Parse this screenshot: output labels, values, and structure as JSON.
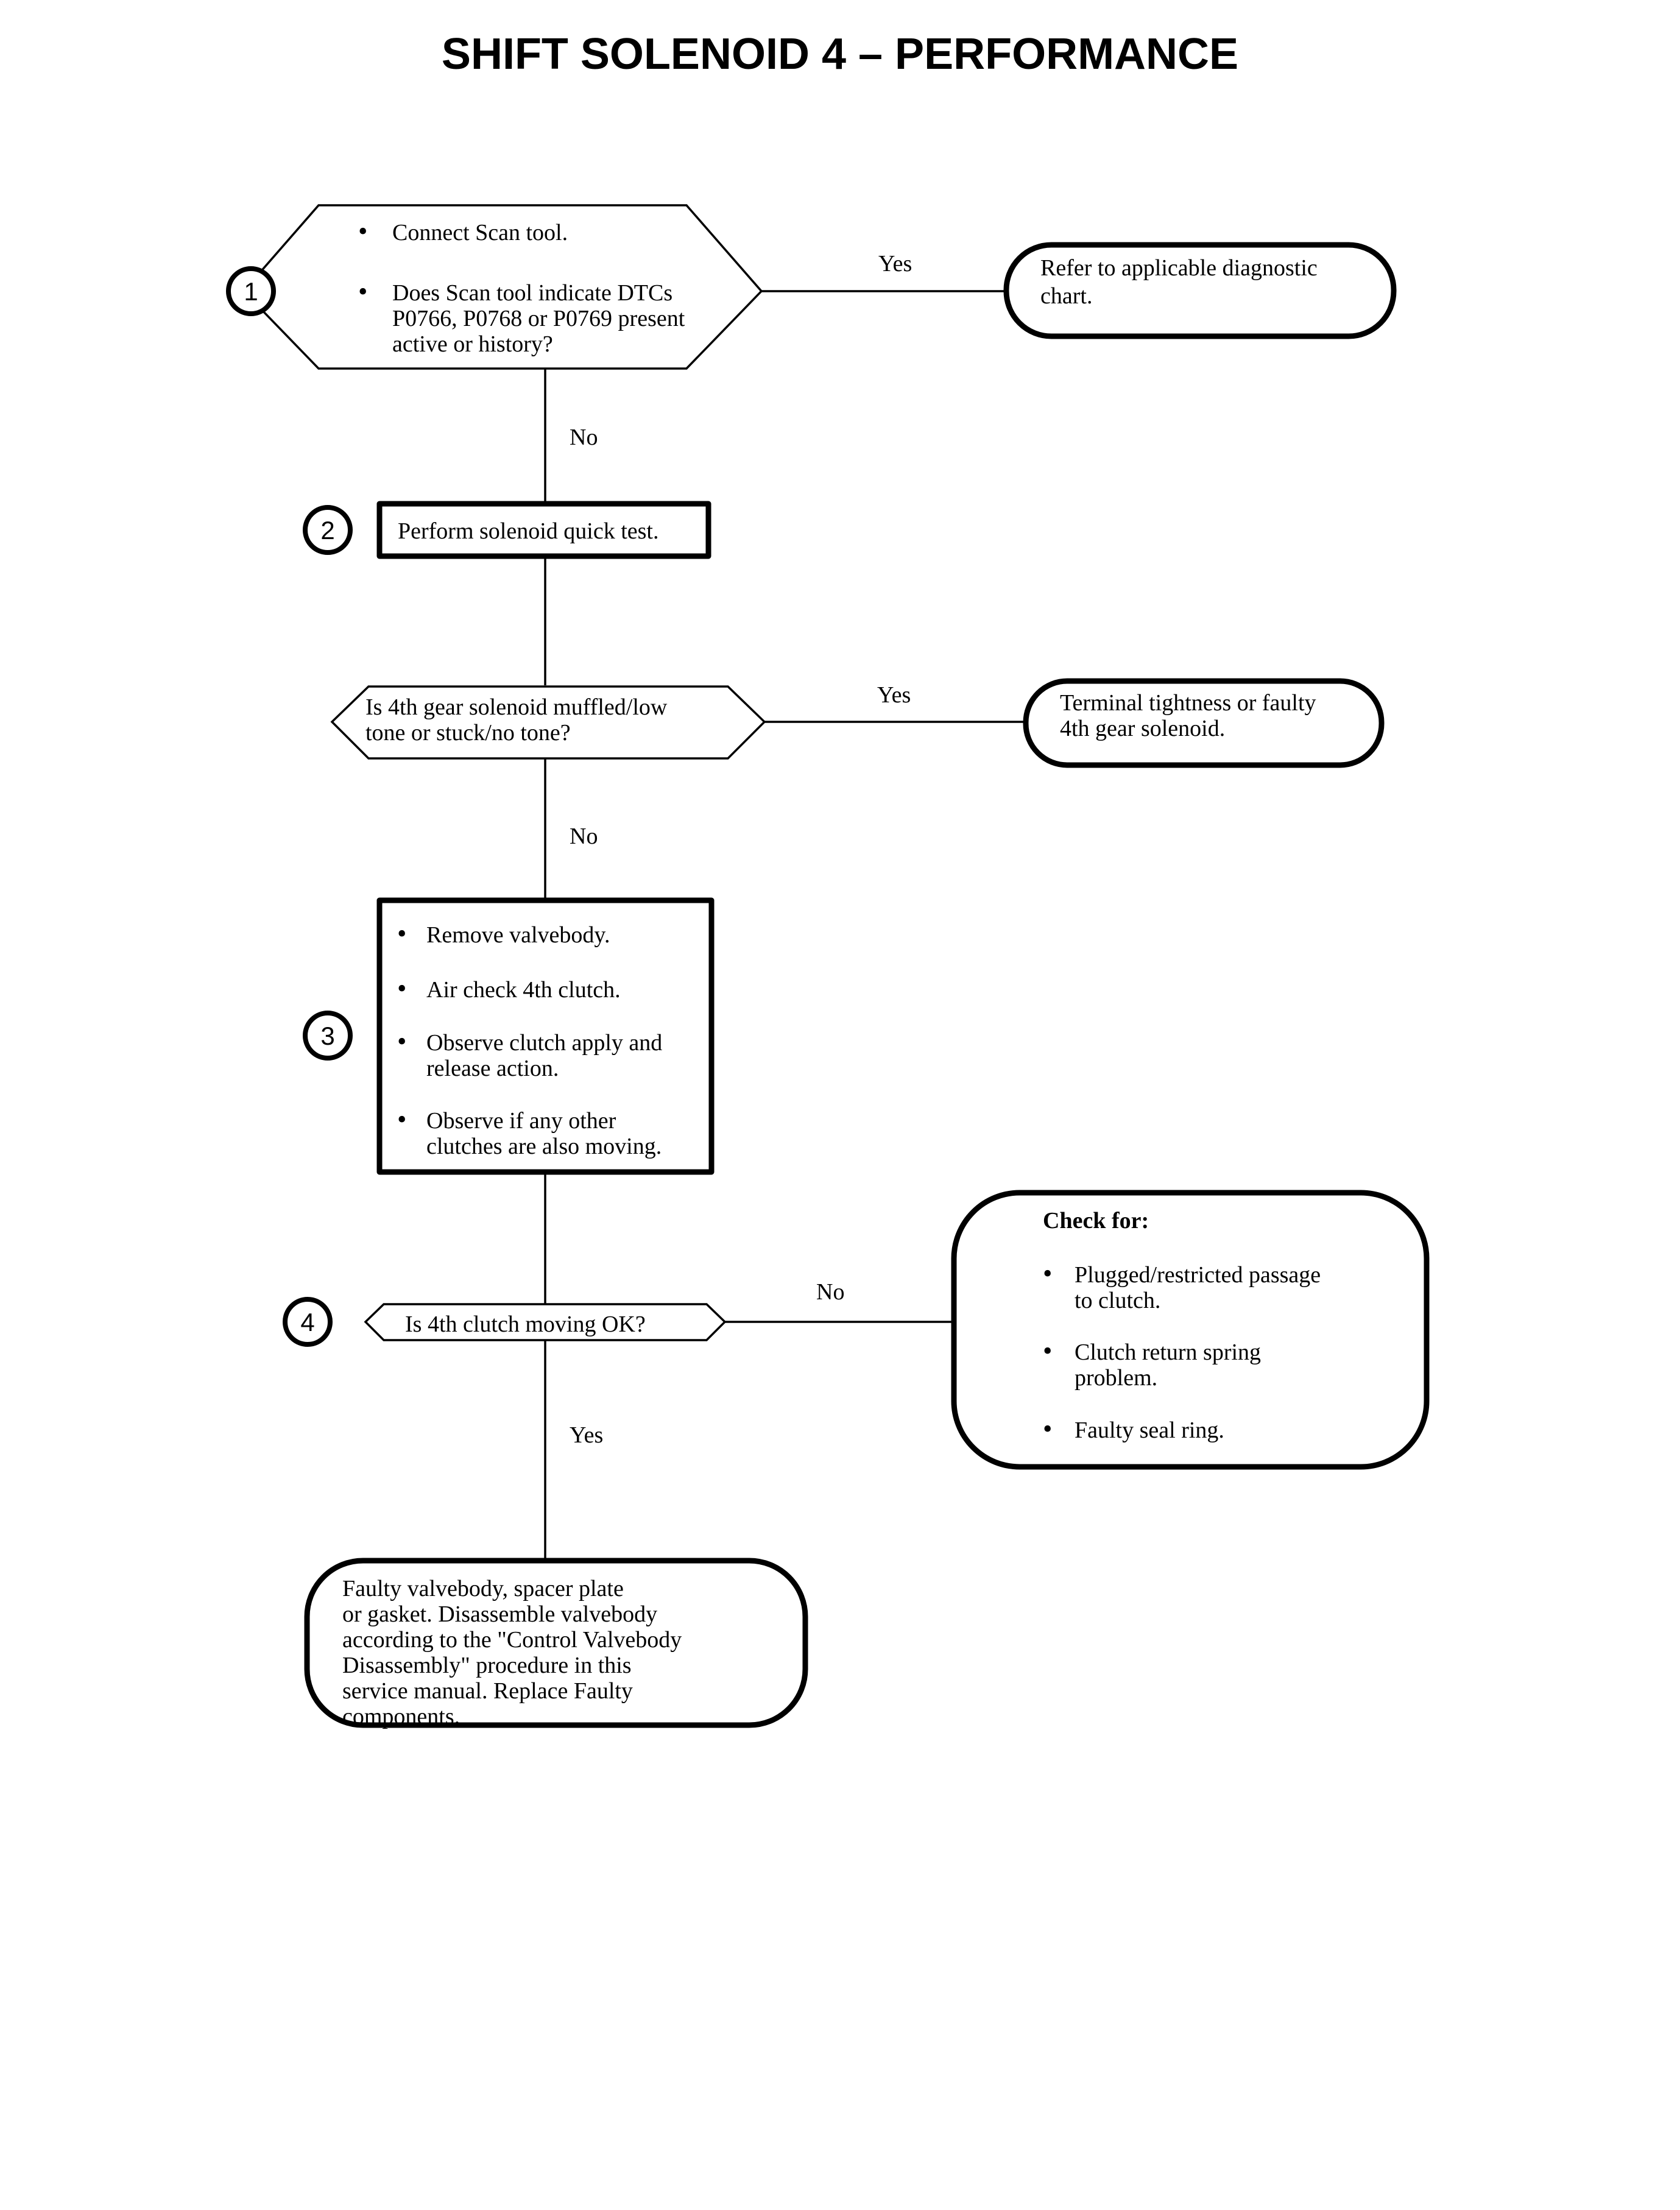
{
  "document": {
    "title": "SHIFT SOLENOID 4 – PERFORMANCE",
    "ink_color": "#000000",
    "background_color": "#ffffff"
  },
  "chart_data": {
    "type": "diagram",
    "diagram_kind": "troubleshooting-flowchart",
    "title": "SHIFT SOLENOID 4 – PERFORMANCE",
    "nodes": [
      {
        "id": "step1",
        "step": "1",
        "shape": "decision-hexagon",
        "bullets": [
          "Connect Scan tool.",
          "Does Scan tool indicate DTCs P0766, P0768 or P0769 present active or history?"
        ],
        "lines": [
          "Connect Scan tool.",
          "Does Scan tool indicate DTCs",
          "P0766, P0768 or P0769 present",
          "active or history?"
        ]
      },
      {
        "id": "result1",
        "shape": "terminator",
        "lines": [
          "Refer to applicable diagnostic",
          "chart."
        ]
      },
      {
        "id": "step2",
        "step": "2",
        "shape": "process-box",
        "lines": [
          "Perform solenoid quick test."
        ]
      },
      {
        "id": "decision2",
        "shape": "decision-hexagon",
        "lines": [
          "Is 4th gear solenoid muffled/low",
          "tone or stuck/no tone?"
        ]
      },
      {
        "id": "result2",
        "shape": "terminator",
        "lines": [
          "Terminal tightness or faulty",
          "4th gear solenoid."
        ]
      },
      {
        "id": "step3",
        "step": "3",
        "shape": "process-box",
        "bullets": [
          "Remove valvebody.",
          "Air check 4th clutch.",
          "Observe clutch apply and release action.",
          "Observe if any other clutches are also moving."
        ],
        "lines": [
          "Remove valvebody.",
          "Air check 4th clutch.",
          "Observe clutch apply and",
          "release action.",
          "Observe if any other",
          "clutches are also moving."
        ]
      },
      {
        "id": "step4",
        "step": "4",
        "shape": "decision-hexagon",
        "lines": [
          "Is 4th clutch moving OK?"
        ]
      },
      {
        "id": "result3",
        "shape": "terminator",
        "heading": "Check for:",
        "bullets": [
          "Plugged/restricted passage to clutch.",
          "Clutch return spring problem.",
          "Faulty seal ring."
        ],
        "lines": [
          "Plugged/restricted passage",
          "to clutch.",
          "Clutch return spring",
          "problem.",
          "Faulty seal ring."
        ]
      },
      {
        "id": "result4",
        "shape": "terminator",
        "lines": [
          "Faulty valvebody, spacer plate",
          "or gasket.  Disassemble valvebody",
          "according to the \"Control Valvebody",
          "Disassembly\" procedure in this",
          "service manual.  Replace Faulty",
          "components."
        ]
      }
    ],
    "edges": [
      {
        "from": "step1",
        "to": "result1",
        "label": "Yes"
      },
      {
        "from": "step1",
        "to": "step2",
        "label": "No"
      },
      {
        "from": "step2",
        "to": "decision2",
        "label": ""
      },
      {
        "from": "decision2",
        "to": "result2",
        "label": "Yes"
      },
      {
        "from": "decision2",
        "to": "step3",
        "label": "No"
      },
      {
        "from": "step3",
        "to": "step4",
        "label": ""
      },
      {
        "from": "step4",
        "to": "result3",
        "label": "No"
      },
      {
        "from": "step4",
        "to": "result4",
        "label": "Yes"
      }
    ]
  },
  "step1": {
    "badge": "1",
    "line1": "Connect Scan tool.",
    "line2": "Does Scan tool indicate DTCs",
    "line3": "P0766, P0768 or P0769 present",
    "line4": "active or history?",
    "bullet": "•"
  },
  "result1": {
    "line1": "Refer to applicable diagnostic",
    "line2": "chart."
  },
  "step2": {
    "badge": "2",
    "line1": "Perform solenoid quick test."
  },
  "decision2": {
    "line1": "Is 4th gear solenoid muffled/low",
    "line2": "tone or stuck/no tone?"
  },
  "result2": {
    "line1": "Terminal tightness or faulty",
    "line2": "4th gear solenoid."
  },
  "step3": {
    "badge": "3",
    "b1l1": "Remove valvebody.",
    "b2l1": "Air check 4th clutch.",
    "b3l1": "Observe clutch apply and",
    "b3l2": "release action.",
    "b4l1": "Observe if any other",
    "b4l2": "clutches are also moving.",
    "bullet": "•"
  },
  "step4": {
    "badge": "4",
    "line1": "Is 4th clutch moving OK?"
  },
  "result3": {
    "heading": "Check for:",
    "b1l1": "Plugged/restricted passage",
    "b1l2": "to clutch.",
    "b2l1": "Clutch return spring",
    "b2l2": "problem.",
    "b3l1": "Faulty seal ring.",
    "bullet": "•"
  },
  "result4": {
    "line1": "Faulty valvebody, spacer plate",
    "line2": "or gasket.  Disassemble valvebody",
    "line3": "according to the \"Control Valvebody",
    "line4": "Disassembly\" procedure in this",
    "line5": "service manual.  Replace Faulty",
    "line6": "components."
  },
  "labels": {
    "yes1": "Yes",
    "no1": "No",
    "yes2": "Yes",
    "no2": "No",
    "no3": "No",
    "yes3": "Yes"
  }
}
